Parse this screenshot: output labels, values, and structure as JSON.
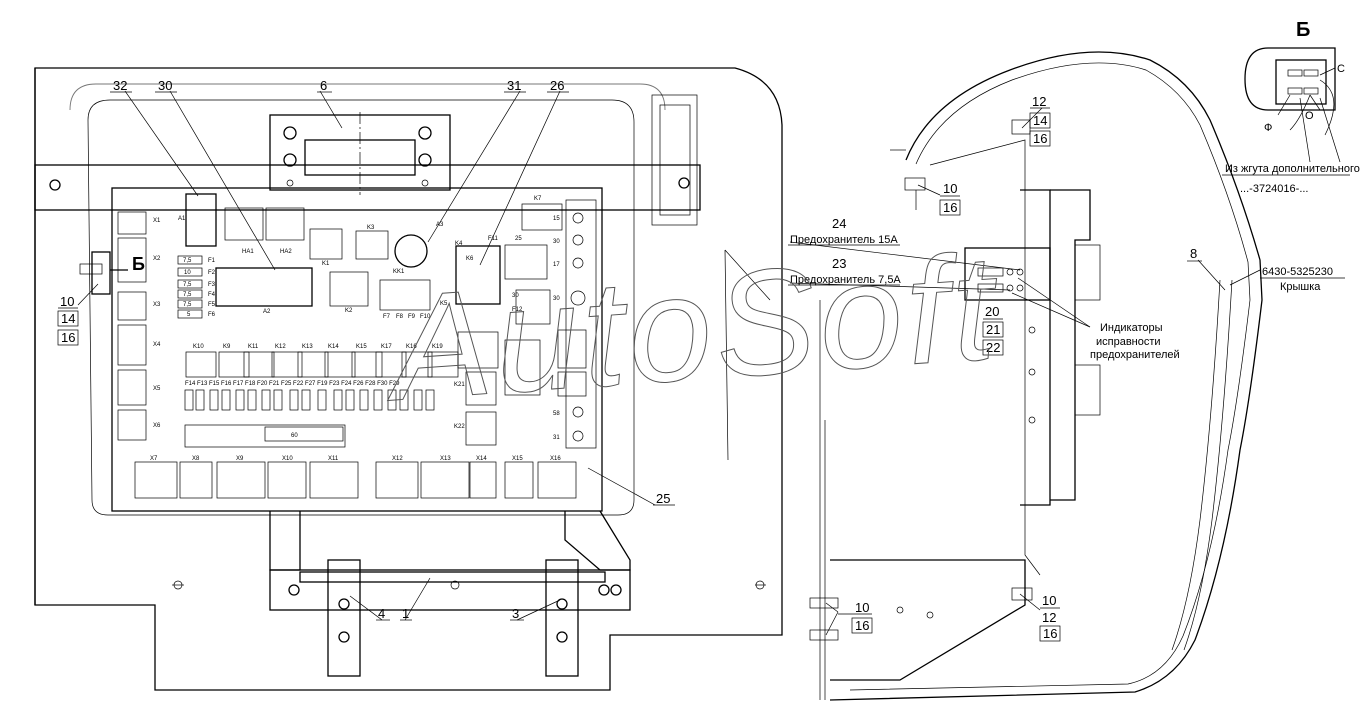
{
  "callouts": {
    "n32": "32",
    "n30": "30",
    "n6": "6",
    "n31": "31",
    "n26": "26",
    "n25": "25",
    "n10a": "10",
    "n14a": "14",
    "n16a": "16",
    "n4": "4",
    "n1": "1",
    "n3": "3",
    "n12a": "12",
    "n14b": "14",
    "n16b": "16",
    "n10b": "10",
    "n16c": "16",
    "n24": "24",
    "n23": "23",
    "n20": "20",
    "n21": "21",
    "n22": "22",
    "n8": "8",
    "n10c": "10",
    "n16d": "16",
    "n10d": "10",
    "n12b": "12",
    "n16e": "16"
  },
  "view_label": "Б",
  "view_marker": "Б",
  "notes": {
    "fuse15": "Предохранитель 15А",
    "fuse75": "Предохранитель 7,5А",
    "indicators1": "Индикаторы",
    "indicators2": "исправности",
    "indicators3": "предохранителей",
    "cover_code": "6430-5325230",
    "cover_name": "Крышка",
    "harness1": "Из жгута дополнительного",
    "harness2": "...-3724016-...",
    "letter_c": "С",
    "letter_f": "Ф",
    "letter_o": "О"
  },
  "board": {
    "top_relays": [
      "HA1",
      "HA2",
      "K1",
      "K3",
      "A3",
      "K4",
      "K7",
      "KK1",
      "K2",
      "K5",
      "K6",
      "A1",
      "A2"
    ],
    "relay_row": [
      "K10",
      "K9",
      "K11",
      "K12",
      "K13",
      "K14",
      "K15",
      "K17",
      "K16",
      "K19"
    ],
    "fuse_row_left": [
      "F1",
      "F2",
      "F3",
      "F4",
      "F5",
      "F6"
    ],
    "fuse_row_mid": [
      "F7",
      "F8",
      "F9",
      "F10"
    ],
    "fuse_row_bottom": "F14 F13 F15 F16 F17 F18 F20 F21 F25 F22 F27 F19 F23 F24 F26 F28 F30 F29",
    "lower_relays": [
      "K21",
      "K22"
    ],
    "fuse_values": [
      "7,5",
      "10",
      "7,5",
      "7,5",
      "7,5",
      "5"
    ],
    "big_fuse": "60",
    "left_connectors": [
      "X1",
      "X2",
      "X3",
      "X4",
      "X5",
      "X6"
    ],
    "bottom_connectors": [
      "X7",
      "X8",
      "X9",
      "X10",
      "X11",
      "X12",
      "X13",
      "X14",
      "X15",
      "X16"
    ],
    "right_column": [
      "15",
      "30",
      "17",
      "30",
      "58",
      "31"
    ],
    "f11": "F11",
    "f12": "F12",
    "val25": "25",
    "val30": "30"
  },
  "watermark": "AutoSoft"
}
